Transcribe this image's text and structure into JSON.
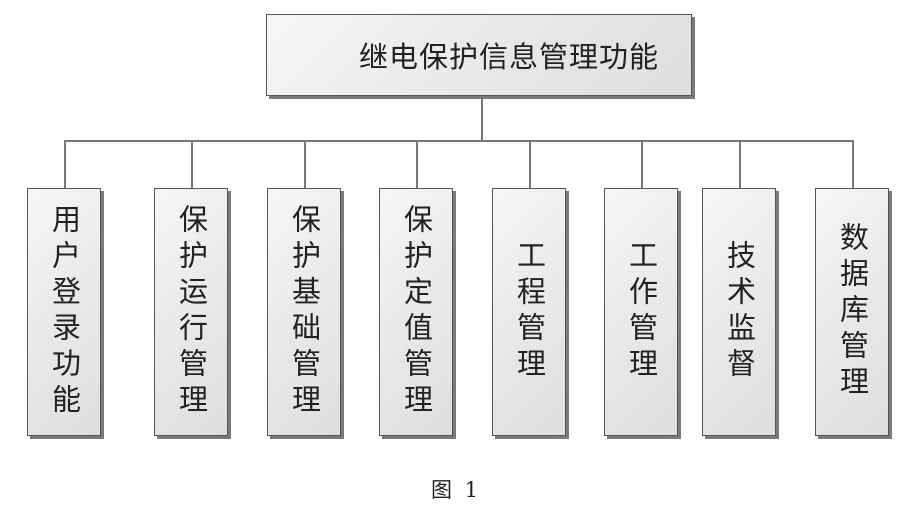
{
  "diagram": {
    "root": "继电保护信息管理功能",
    "children": [
      "用户登录功能",
      "保护运行管理",
      "保护基础管理",
      "保护定值管理",
      "工程管理",
      "工作管理",
      "技术监督",
      "数据库管理"
    ]
  },
  "caption": "图 1"
}
